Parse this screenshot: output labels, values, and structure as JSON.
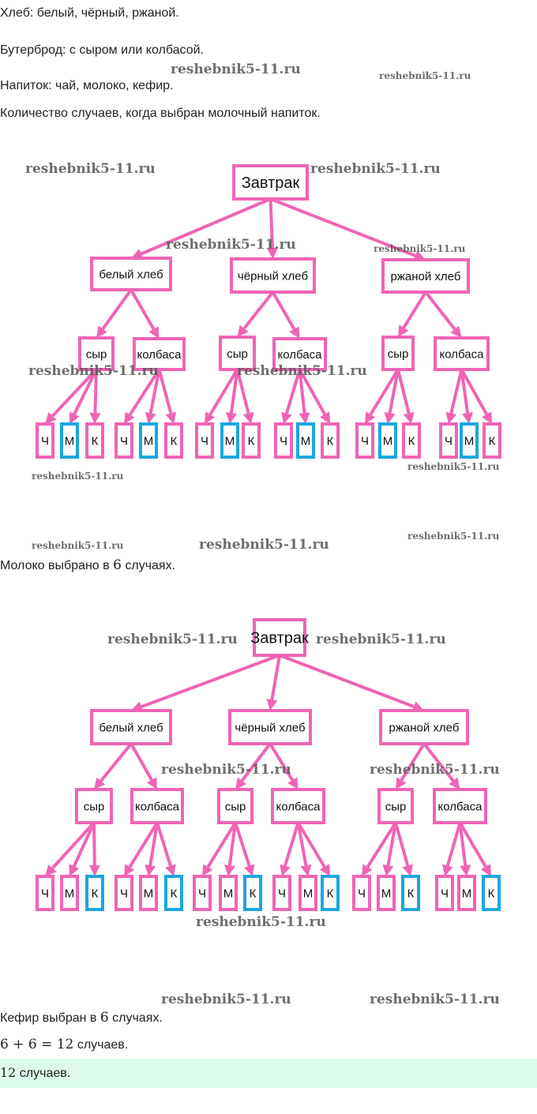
{
  "lines": {
    "bread": "Хлеб: белый, чёрный, ржаной.",
    "sandwich": "Бутерброд: с сыром или колбасой.",
    "drink": "Напиток: чай, молоко, кефир.",
    "question": "Количество случаев, когда выбран молочный напиток.",
    "milk_pre": "Молоко выбрано в ",
    "milk_num": "6",
    "milk_post": " случаях.",
    "kefir_pre": "Кефир выбран в ",
    "kefir_num": "6",
    "kefir_post": " случаях.",
    "sum_expr": "6 + 6 = 12",
    "sum_post": " случаев.",
    "answer_num": "12",
    "answer_post": " случаев."
  },
  "tree": {
    "root": "Завтрак",
    "breads": [
      "белый хлеб",
      "чёрный хлеб",
      "ржаной хлеб"
    ],
    "fillings": [
      "сыр",
      "колбаса"
    ],
    "drinks": [
      "Ч",
      "М",
      "К"
    ]
  },
  "trees": [
    {
      "highlight_drink": "М"
    },
    {
      "highlight_drink": "К"
    }
  ],
  "colors": {
    "edge": "#f064b4",
    "highlight": "#1aa7e0",
    "answer_bg": "#dcfbea"
  },
  "watermark": "reshebnik5-11.ru"
}
